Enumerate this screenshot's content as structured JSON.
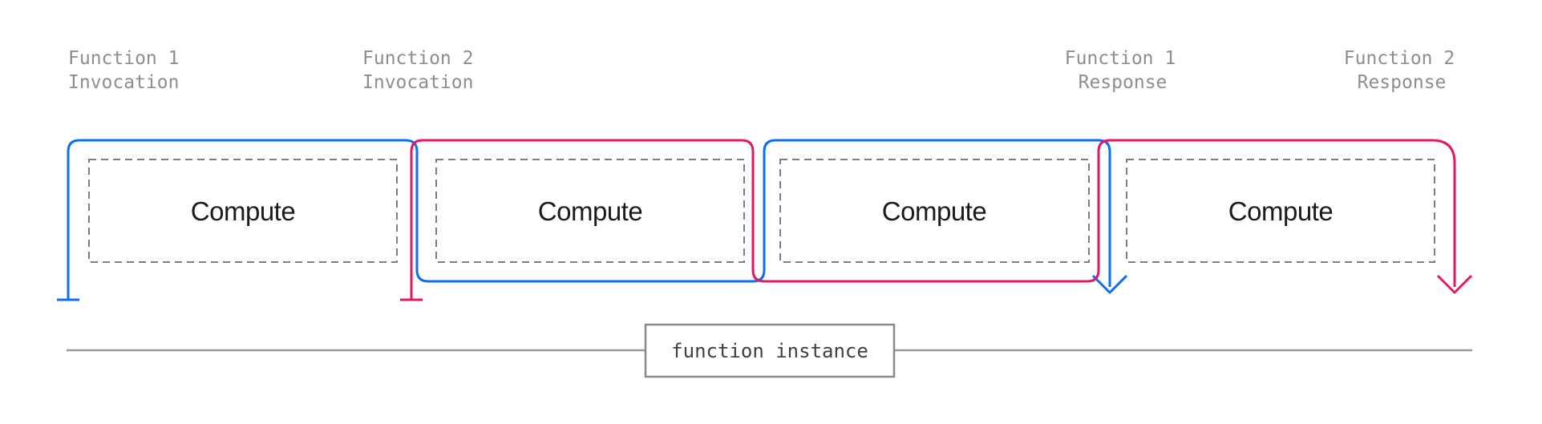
{
  "colors": {
    "function1": "#0d6ef2",
    "function2": "#e21864",
    "dashed_border": "#7e7e7e",
    "compute_text": "#1b1b1b",
    "annotation_text": "#8e8e8e",
    "timeline_line": "#9b9b9b",
    "instance_border": "#8a8a8a",
    "instance_text": "#3f3f3f"
  },
  "annotations": {
    "f1_invocation": {
      "line1": "Function 1",
      "line2": "Invocation"
    },
    "f2_invocation": {
      "line1": "Function 2",
      "line2": "Invocation"
    },
    "f1_response": {
      "line1": "Function 1",
      "line2": "Response"
    },
    "f2_response": {
      "line1": "Function 2",
      "line2": "Response"
    }
  },
  "compute_labels": [
    "Compute",
    "Compute",
    "Compute",
    "Compute"
  ],
  "timeline": {
    "instance_label": "function instance"
  }
}
